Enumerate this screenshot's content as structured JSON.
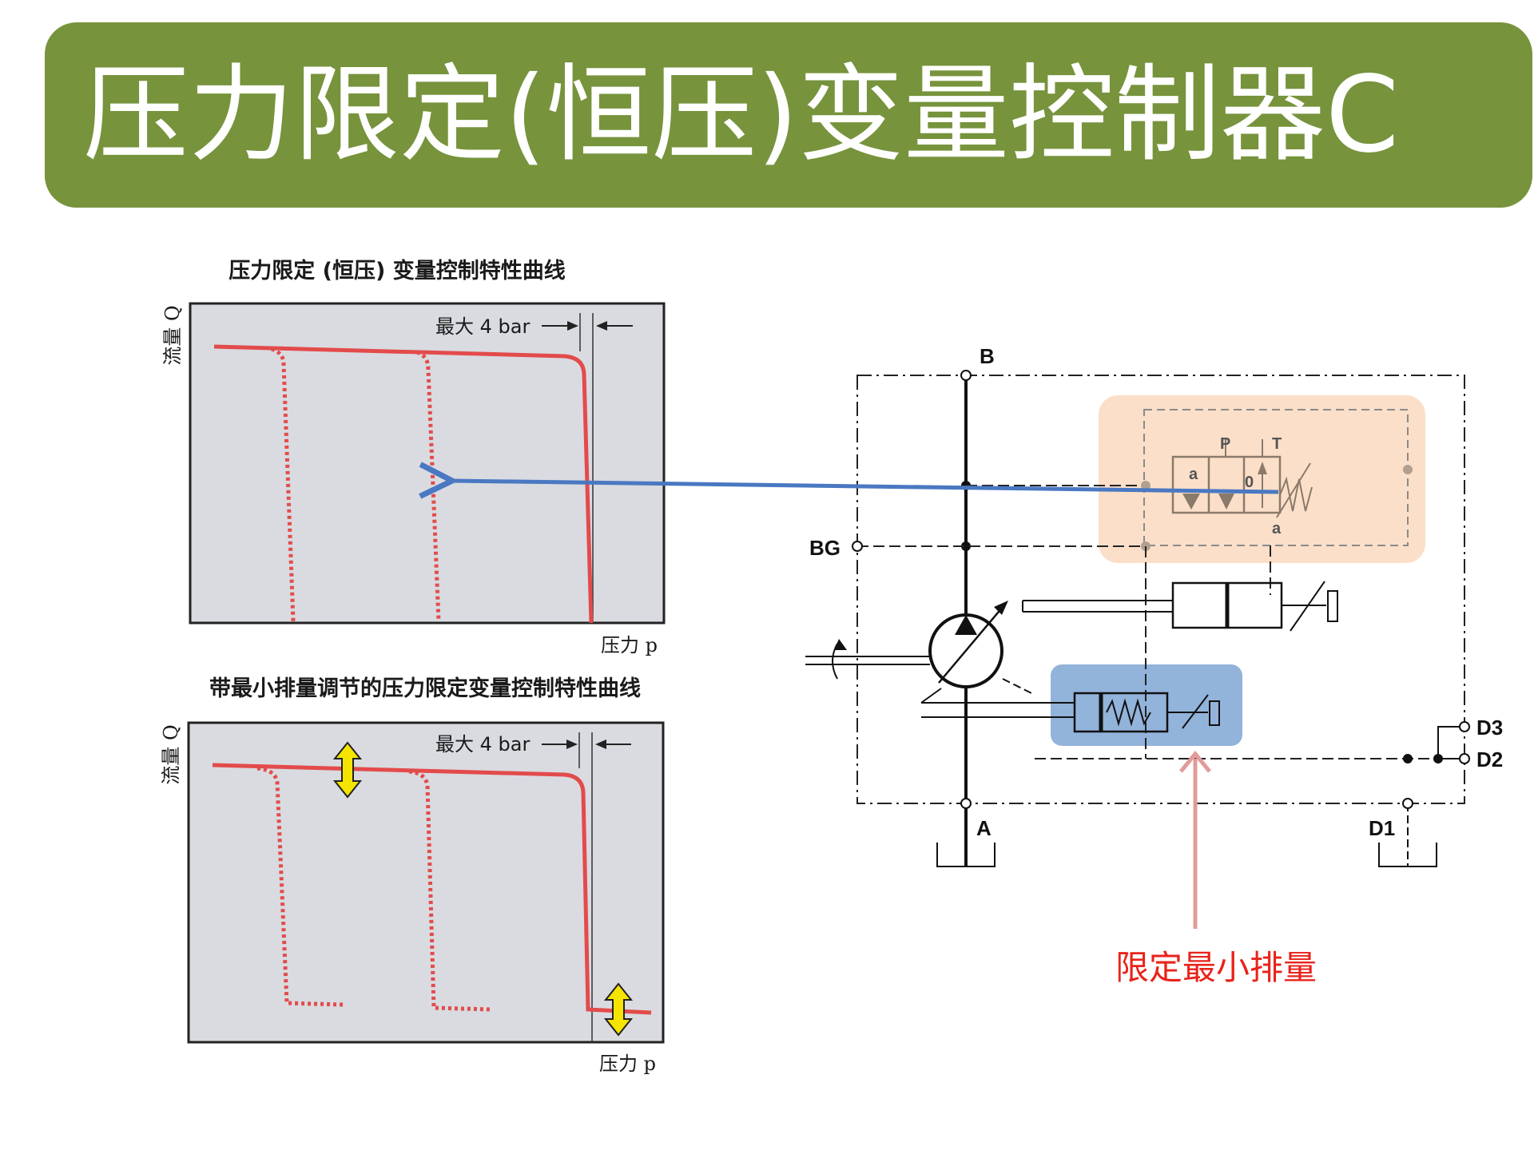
{
  "slide": {
    "title": "压力限定(恒压)变量控制器C",
    "colors": {
      "title_bg": "#77933c",
      "curve": "#e34b4b",
      "highlight_orange": "#fbd9bf",
      "highlight_blue": "#7fa6d4",
      "arrow_blue": "#4a78c2",
      "arrow_pink": "#e39a9a",
      "callout_text": "#e8231b",
      "yellow_arrow": "#f5e400"
    }
  },
  "chart_top": {
    "title": "压力限定 (恒压) 变量控制特性曲线",
    "ylabel": "流量 Q",
    "xlabel": "压力 p",
    "annotation": "最大 4 bar"
  },
  "chart_bottom": {
    "title": "带最小排量调节的压力限定变量控制特性曲线",
    "ylabel": "流量 Q",
    "xlabel": "压力 p",
    "annotation": "最大 4 bar"
  },
  "diagram": {
    "ports": {
      "B": "B",
      "BG": "BG",
      "A": "A",
      "D1": "D1",
      "D2": "D2",
      "D3": "D3"
    },
    "valve_labels": {
      "P": "P",
      "T": "T",
      "a_left": "a",
      "zero": "0",
      "a_bottom": "a"
    },
    "callout": "限定最小排量"
  }
}
